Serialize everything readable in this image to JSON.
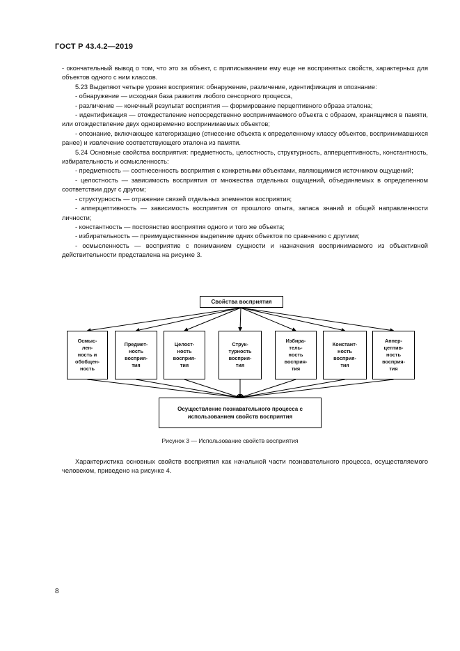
{
  "header": {
    "doc_id": "ГОСТ Р 43.4.2—2019"
  },
  "paragraphs": [
    {
      "ind": false,
      "text": "- окончательный вывод о том, что это за объект, с приписыванием ему еще не воспринятых свойств, характерных для объектов одного с ним классов."
    },
    {
      "ind": true,
      "text": "5.23 Выделяют четыре уровня восприятия: обнаружение, различение, идентификация и опознание:"
    },
    {
      "ind": true,
      "text": "- обнаружение — исходная база развития любого сенсорного процесса,"
    },
    {
      "ind": true,
      "text": "- различение — конечный результат восприятия — формирование перцептивного образа эталона;"
    },
    {
      "ind": true,
      "text": "- идентификация — отождествление непосредственно воспринимаемого объекта с образом, хранящимся в памяти, или отождествление двух одновременно воспринимаемых объектов;"
    },
    {
      "ind": true,
      "text": "- опознание, включающее категоризацию (отнесение объекта к определенному классу объектов, воспринимавшихся ранее) и извлечение соответствующего эталона из памяти."
    },
    {
      "ind": true,
      "text": "5.24 Основные свойства восприятия: предметность, целостность, структурность, апперцептивность, константность, избирательность и осмысленность:"
    },
    {
      "ind": true,
      "text": "- предметность — соотнесенность восприятия с конкретными объектами, являющимися источником ощущений;"
    },
    {
      "ind": true,
      "text": "- целостность — зависимость восприятия от множества отдельных ощущений, объединяемых в определенном соответствии друг с другом;"
    },
    {
      "ind": true,
      "text": "- структурность — отражение связей отдельных элементов восприятия;"
    },
    {
      "ind": true,
      "text": "- апперцептивность — зависимость восприятия от прошлого опыта, запаса знаний и общей направленности личности;"
    },
    {
      "ind": true,
      "text": "- константность — постоянство восприятия одного и того же объекта;"
    },
    {
      "ind": true,
      "text": "- избирательность — преимущественное выделение одних объектов по сравнению с другими;"
    },
    {
      "ind": true,
      "text": "- осмысленность — восприятие с пониманием сущности и назначения воспринимаемого из объективной действительности представлена на рисунке 3."
    }
  ],
  "diagram": {
    "top": "Свойства восприятия",
    "properties": [
      "Осмыс-\nлен-\nность и\nобобщен-\nность",
      "Предмет-\nность\nвосприя-\nтия",
      "Целост-\nность\nвосприя-\nтия",
      "Струк-\nтурность\nвосприя-\nтия",
      "Избира-\nтель-\nность\nвосприя-\nтия",
      "Констант-\nность\nвосприя-\nтия",
      "Аппер-\nцептив-\nность\nвосприя-\nтия"
    ],
    "bottom": "Осуществление познавательного процесса с использованием свойств восприятия"
  },
  "caption": "Рисунок 3 — Использование свойств восприятия",
  "final_paragraph": "Характеристика основных свойств восприятия как начальной части познавательного процесса, осуществляемого человеком, приведено на рисунке 4.",
  "page_number": "8"
}
